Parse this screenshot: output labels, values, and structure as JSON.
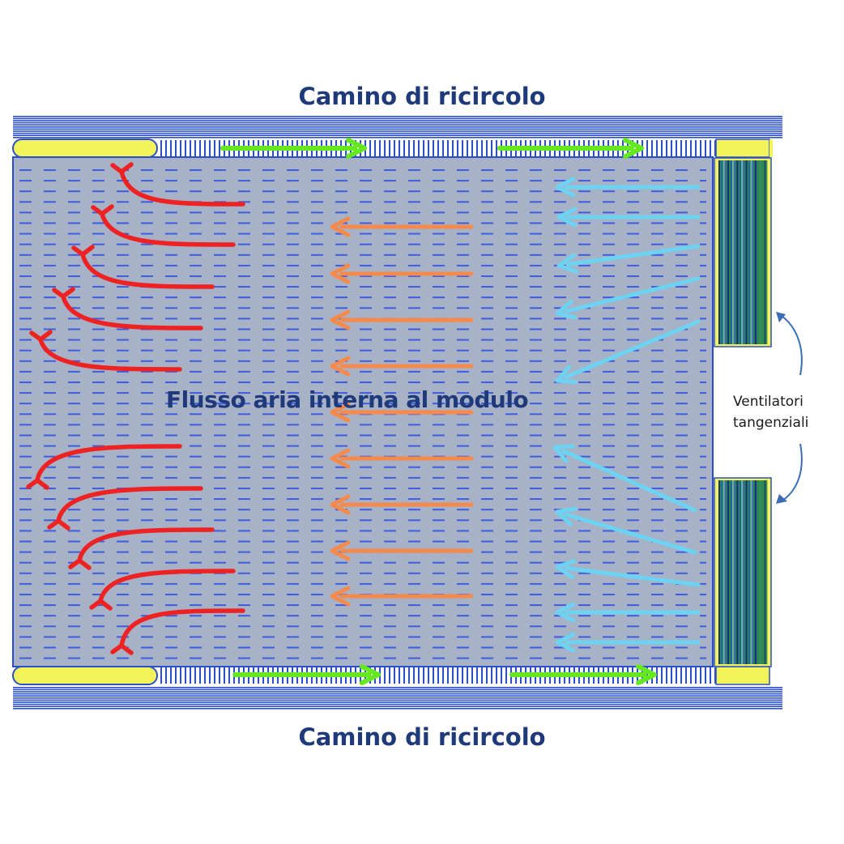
{
  "labels": {
    "top_chimney": "Camino di ricircolo",
    "bottom_chimney": "Camino di ricircolo",
    "center": "Flusso aria interna al modulo",
    "fans_line1": "Ventilatori",
    "fans_line2": "tangenziali"
  },
  "colors": {
    "title_text": "#1f3a7a",
    "fan_label_text": "#1a1a1a",
    "frame_blue": "#2c4fc8",
    "panel_fill": "#a8b2c6",
    "dash_blue": "#3d5ce0",
    "yellow": "#f3f35a",
    "green_arrow": "#66e81e",
    "red_arrow": "#ee2222",
    "orange_arrow": "#f58a4c",
    "cyan_arrow": "#6cd4f2",
    "callout_arrow": "#3a6db5",
    "fan_stripes": [
      "#1a2a8a",
      "#2e8a4a",
      "#1560b0",
      "#70c070",
      "#4466cc",
      "#238048"
    ]
  }
}
